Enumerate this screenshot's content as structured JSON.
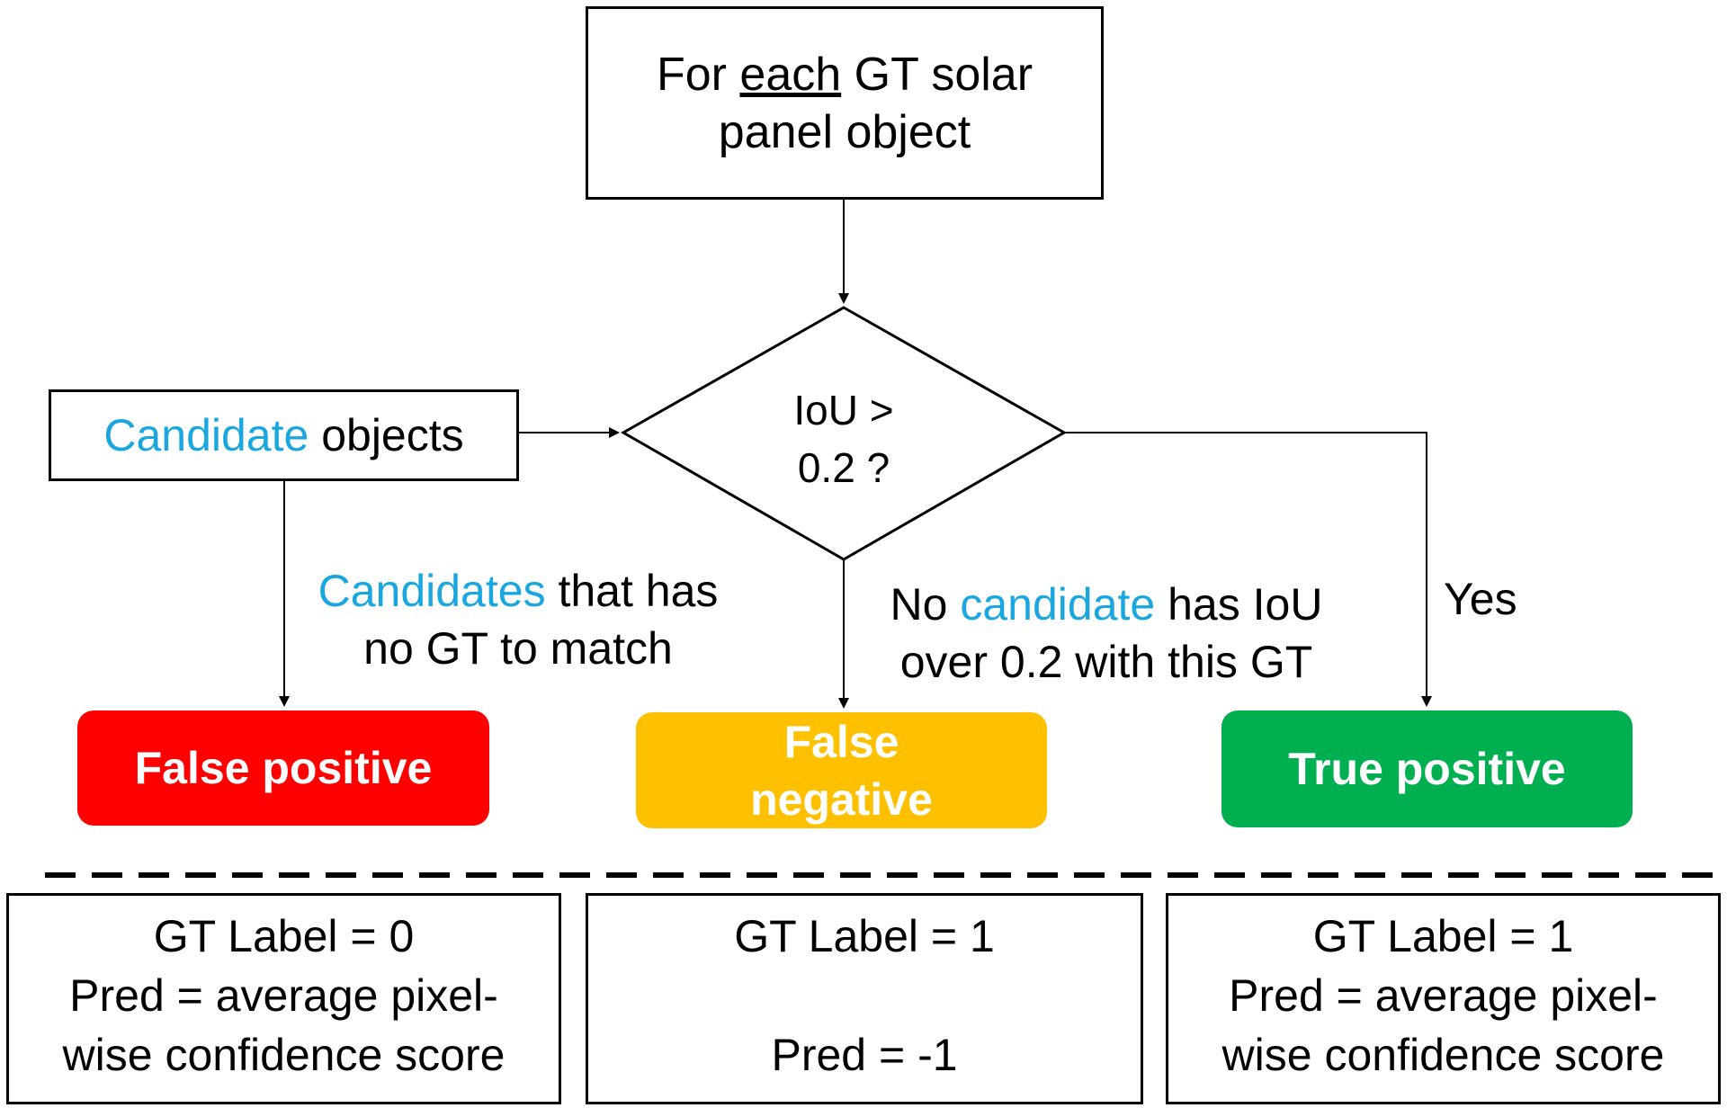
{
  "start_box": {
    "prefix": "For ",
    "emphasis": "each",
    "suffix": " GT solar",
    "line2": "panel object"
  },
  "candidate_box": {
    "highlight": "Candidate",
    "rest": " objects"
  },
  "decision": {
    "line1": "IoU >",
    "line2": "0.2 ?"
  },
  "edges": {
    "false_positive": {
      "highlight": "Candidates",
      "rest": " that has",
      "line2": "no GT to match"
    },
    "false_negative": {
      "prefix": "No ",
      "highlight": "candidate",
      "rest": " has IoU",
      "line2": "over 0.2 with this GT"
    },
    "true_positive": {
      "label": "Yes"
    }
  },
  "outcomes": {
    "false_positive": {
      "label": "False positive",
      "color": "#FF0000"
    },
    "false_negative": {
      "line1": "False",
      "line2": "negative",
      "color": "#FFC000"
    },
    "true_positive": {
      "label": "True positive",
      "color": "#00B050"
    }
  },
  "results": {
    "false_positive": {
      "gt_label": "GT Label = 0",
      "pred_line1": "Pred = average pixel-",
      "pred_line2": "wise confidence score"
    },
    "false_negative": {
      "gt_label": "GT Label = 1",
      "pred": "Pred = -1"
    },
    "true_positive": {
      "gt_label": "GT Label = 1",
      "pred_line1": "Pred = average pixel-",
      "pred_line2": "wise confidence score"
    }
  },
  "colors": {
    "accent": "#1AA7E0",
    "line": "#000000"
  }
}
